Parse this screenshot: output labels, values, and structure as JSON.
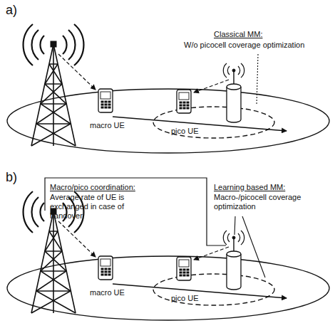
{
  "diagram": {
    "labels": [
      "a)",
      "Classical MM:",
      "W/o picocell coverage optimization",
      "macro UE",
      "pico UE",
      "b)",
      "Macro/pico coordination:",
      "Average rate of UE is exchanged in case of handover",
      "Learning based MM:",
      "Macro-/picocell coverage optimization",
      "macro UE",
      "pico UE"
    ]
  }
}
